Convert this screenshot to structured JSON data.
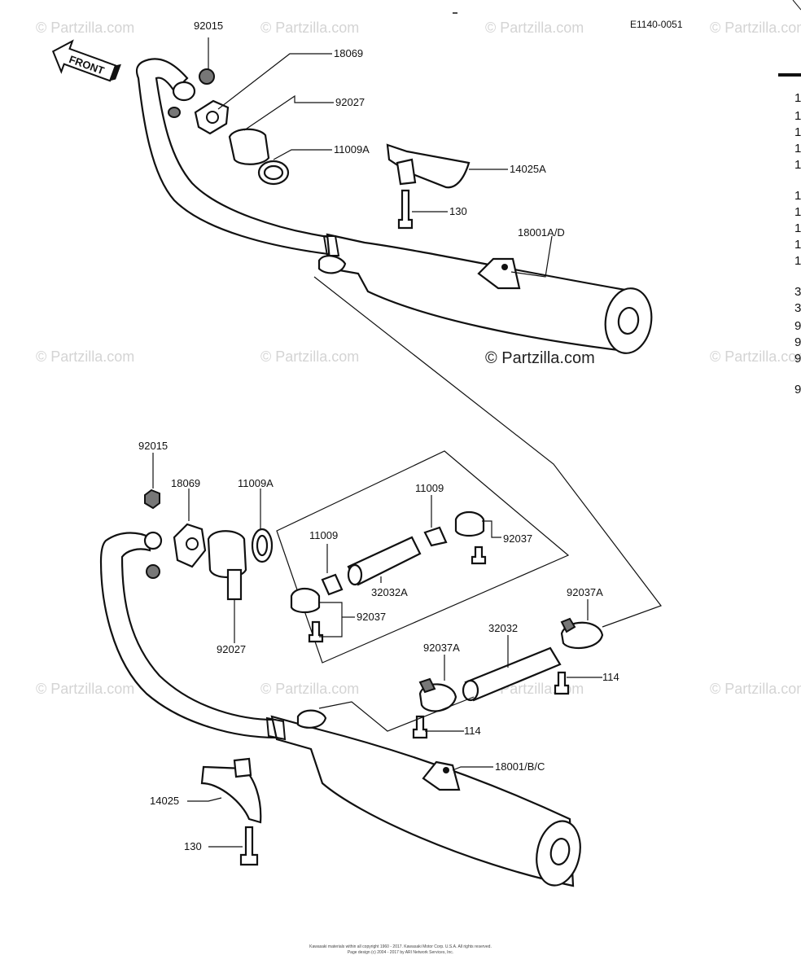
{
  "diagram_code": "E1140-0051",
  "front_arrow_label": "FRONT",
  "watermark": "© Partzilla.com",
  "center_watermark": "© Partzilla.com",
  "upper_labels": {
    "p92015": "92015",
    "p18069": "18069",
    "p92027": "92027",
    "p11009A": "11009A",
    "p14025A": "14025A",
    "p130": "130",
    "p18001AD": "18001A/D"
  },
  "lower_labels": {
    "p92015": "92015",
    "p18069": "18069",
    "p11009A": "11009A",
    "p11009a": "11009",
    "p11009b": "11009",
    "p92037a": "92037",
    "p92037b": "92037",
    "p32032A": "32032A",
    "p92027": "92027",
    "p92037A_a": "92037A",
    "p92037A_b": "92037A",
    "p32032": "32032",
    "p114a": "114",
    "p114b": "114",
    "p18001BC": "18001/B/C",
    "p14025": "14025",
    "p130": "130"
  },
  "copyright": {
    "line1": "Kawasaki materials within all copyright 1960 - 2017. Kawasaki Motor Corp. U.S.A. All rights reserved.",
    "line2": "Page design (c) 2004 - 2017 by ARI Network Services, Inc."
  },
  "right_edge_items": [
    "1",
    "1",
    "1",
    "1",
    "1",
    "1",
    "1",
    "1",
    "1",
    "1",
    "3",
    "3",
    "9",
    "9",
    "9",
    "9"
  ]
}
